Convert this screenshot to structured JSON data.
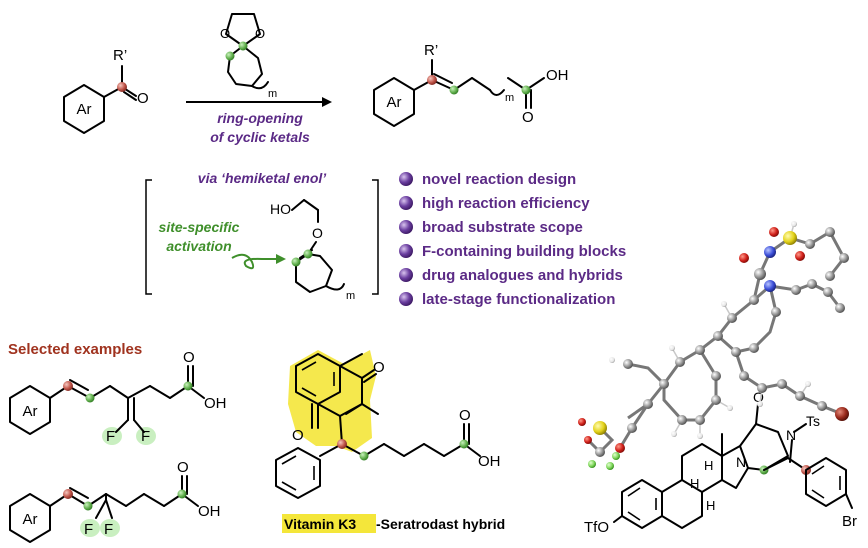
{
  "reaction": {
    "substituent_r": "R’",
    "aryl_label": "Ar",
    "oxygen": "O",
    "subscript_m": "m",
    "oh": "OH",
    "conditions_line1": "ring-opening",
    "conditions_line2": "of cyclic ketals"
  },
  "mechanism": {
    "intermediate_label": "via ‘hemiketal enol’",
    "activation_line1": "site-specific",
    "activation_line2": "activation",
    "ho": "HO",
    "o": "O",
    "m": "m"
  },
  "features": [
    "novel reaction design",
    "high reaction efficiency",
    "broad substrate scope",
    "F-containing building blocks",
    "drug analogues and hybrids",
    "late-stage functionalization"
  ],
  "examples": {
    "title": "Selected examples",
    "ar": "Ar",
    "oh": "OH",
    "f": "F",
    "o": "O",
    "hybrid_highlight": "Vitamin K3",
    "hybrid_rest": "-Seratrodast hybrid",
    "steroid_tfo": "TfO",
    "steroid_h": "H",
    "steroid_n": "N",
    "steroid_ts": "Ts",
    "steroid_br": "Br"
  },
  "colors": {
    "purple": "#5b2a86",
    "green": "#3f8f2b",
    "red_dot": "#c0554a",
    "green_dot": "#63b04f",
    "highlight_yellow": "#f4e63a",
    "highlight_green": "#c9efc0",
    "title_red": "#a0331f"
  }
}
